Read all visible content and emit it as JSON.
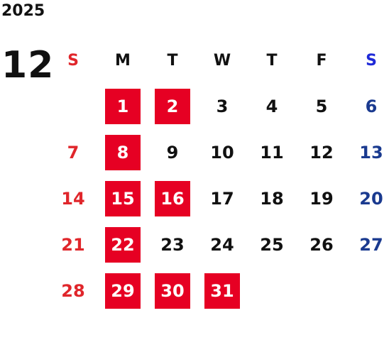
{
  "year": "2025",
  "month": "12",
  "weekdays": [
    "S",
    "M",
    "T",
    "W",
    "T",
    "F",
    "S"
  ],
  "weeks": [
    [
      "",
      "1",
      "2",
      "3",
      "4",
      "5",
      "6"
    ],
    [
      "7",
      "8",
      "9",
      "10",
      "11",
      "12",
      "13"
    ],
    [
      "14",
      "15",
      "16",
      "17",
      "18",
      "19",
      "20"
    ],
    [
      "21",
      "22",
      "23",
      "24",
      "25",
      "26",
      "27"
    ],
    [
      "28",
      "29",
      "30",
      "31",
      "",
      "",
      ""
    ]
  ],
  "highlighted_days": [
    "1",
    "2",
    "8",
    "15",
    "16",
    "22",
    "29",
    "30",
    "31"
  ],
  "colors": {
    "sunday": "#e0262b",
    "saturday": "#1a3a8f",
    "saturday_header": "#1f2ad8",
    "highlight": "#e60023",
    "text": "#111111"
  }
}
